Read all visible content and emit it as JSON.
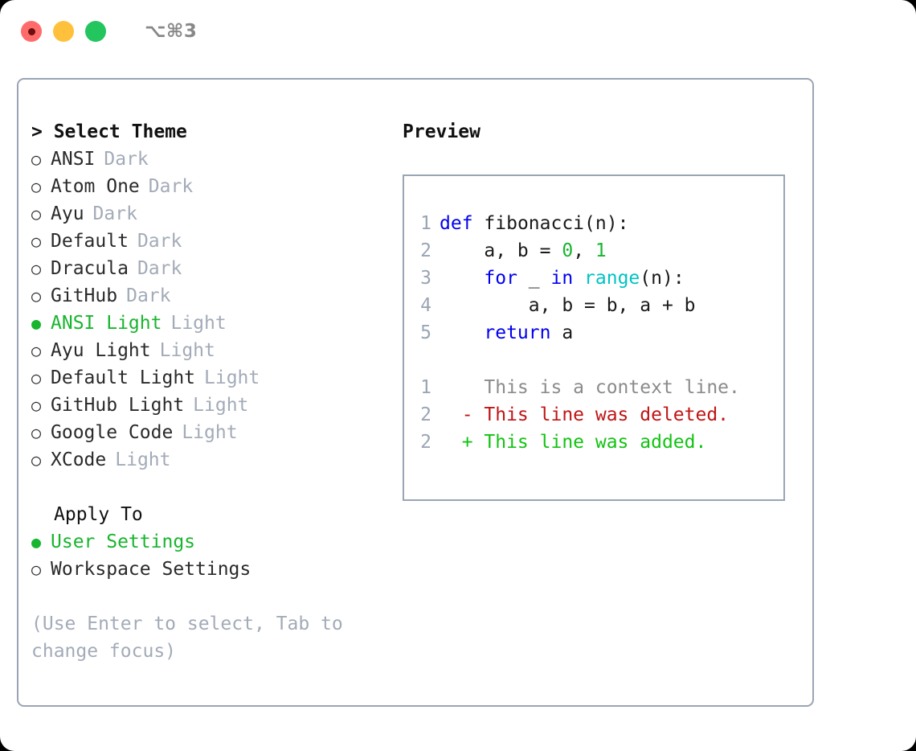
{
  "titlebar": {
    "shortcut": "⌥⌘3",
    "lights": [
      "close-red",
      "minimize-yellow",
      "maximize-green"
    ]
  },
  "theme_picker": {
    "header": "> Select Theme",
    "bullet_selected": "●",
    "bullet_unselected": "○",
    "items": [
      {
        "name": "ANSI",
        "badge": "Dark",
        "selected": false
      },
      {
        "name": "Atom One",
        "badge": "Dark",
        "selected": false
      },
      {
        "name": "Ayu",
        "badge": "Dark",
        "selected": false
      },
      {
        "name": "Default",
        "badge": "Dark",
        "selected": false
      },
      {
        "name": "Dracula",
        "badge": "Dark",
        "selected": false
      },
      {
        "name": "GitHub",
        "badge": "Dark",
        "selected": false
      },
      {
        "name": "ANSI Light",
        "badge": "Light",
        "selected": true
      },
      {
        "name": "Ayu Light",
        "badge": "Light",
        "selected": false
      },
      {
        "name": "Default Light",
        "badge": "Light",
        "selected": false
      },
      {
        "name": "GitHub Light",
        "badge": "Light",
        "selected": false
      },
      {
        "name": "Google Code",
        "badge": "Light",
        "selected": false
      },
      {
        "name": "XCode",
        "badge": "Light",
        "selected": false
      }
    ]
  },
  "apply_to": {
    "header": "Apply To",
    "items": [
      {
        "name": "User Settings",
        "selected": true
      },
      {
        "name": "Workspace Settings",
        "selected": false
      }
    ]
  },
  "hint": "(Use Enter to select, Tab to change focus)",
  "preview": {
    "title": "Preview",
    "code_lines": [
      {
        "lno": "1",
        "tokens": [
          {
            "t": "def",
            "c": "kw"
          },
          {
            "t": " ",
            "c": "id"
          },
          {
            "t": "fibonacci(n):",
            "c": "id"
          }
        ]
      },
      {
        "lno": "2",
        "tokens": [
          {
            "t": "    a, b = ",
            "c": "id"
          },
          {
            "t": "0",
            "c": "num"
          },
          {
            "t": ", ",
            "c": "id"
          },
          {
            "t": "1",
            "c": "num"
          }
        ]
      },
      {
        "lno": "3",
        "tokens": [
          {
            "t": "    ",
            "c": "id"
          },
          {
            "t": "for",
            "c": "kw"
          },
          {
            "t": " _ ",
            "c": "id"
          },
          {
            "t": "in",
            "c": "kw"
          },
          {
            "t": " ",
            "c": "id"
          },
          {
            "t": "range",
            "c": "fn"
          },
          {
            "t": "(n):",
            "c": "id"
          }
        ]
      },
      {
        "lno": "4",
        "tokens": [
          {
            "t": "        a, b = b, a + b",
            "c": "id"
          }
        ]
      },
      {
        "lno": "5",
        "tokens": [
          {
            "t": "    ",
            "c": "id"
          },
          {
            "t": "return",
            "c": "kw"
          },
          {
            "t": " a",
            "c": "id"
          }
        ]
      }
    ],
    "diff_lines": [
      {
        "lno": "1",
        "marker": "  ",
        "text": "This is a context line.",
        "kind": "ctx"
      },
      {
        "lno": "2",
        "marker": "- ",
        "text": "This line was deleted.",
        "kind": "del"
      },
      {
        "lno": "2",
        "marker": "+ ",
        "text": "This line was added.",
        "kind": "add"
      }
    ]
  },
  "colors": {
    "accent_green": "#18b52e",
    "muted": "#a3abb8",
    "border": "#9aa5b4",
    "keyword_blue": "#0000ee",
    "function_cyan": "#00c3c3",
    "diff_delete": "#c01515",
    "diff_add": "#12c312",
    "light_red": "#ff6b6b",
    "light_yellow": "#ffc13b",
    "light_green": "#22c55e"
  }
}
